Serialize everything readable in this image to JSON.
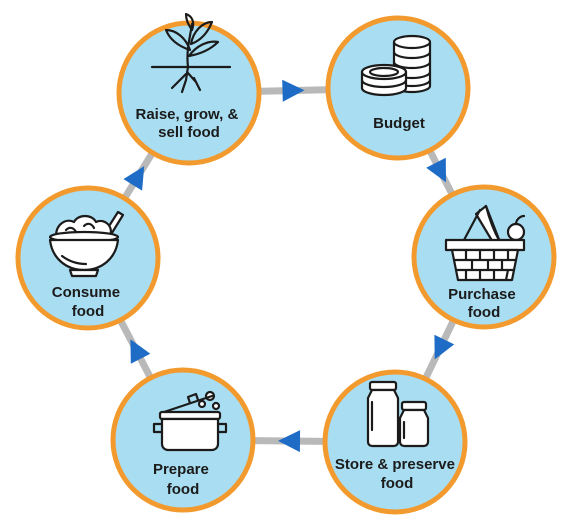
{
  "colors": {
    "node_fill": "#A9DDF1",
    "node_ring": "#F29A2E",
    "connector": "#B9B9B9",
    "arrow": "#1F6CC6",
    "icon_stroke": "#1b1b1b",
    "icon_fill": "#ffffff"
  },
  "nodes": [
    {
      "id": "raise",
      "label_lines": [
        "Raise, grow, &",
        "sell food"
      ],
      "icon": "plant-icon"
    },
    {
      "id": "budget",
      "label_lines": [
        "Budget"
      ],
      "icon": "coins-icon"
    },
    {
      "id": "purchase",
      "label_lines": [
        "Purchase",
        "food"
      ],
      "icon": "basket-icon"
    },
    {
      "id": "store",
      "label_lines": [
        "Store & preserve",
        "food"
      ],
      "icon": "jars-icon"
    },
    {
      "id": "prepare",
      "label_lines": [
        "Prepare",
        "food"
      ],
      "icon": "pot-icon"
    },
    {
      "id": "consume",
      "label_lines": [
        "Consume",
        "food"
      ],
      "icon": "bowl-icon"
    }
  ],
  "flow": [
    {
      "from": "raise",
      "to": "budget"
    },
    {
      "from": "budget",
      "to": "purchase"
    },
    {
      "from": "purchase",
      "to": "store"
    },
    {
      "from": "store",
      "to": "prepare"
    },
    {
      "from": "prepare",
      "to": "consume"
    },
    {
      "from": "consume",
      "to": "raise"
    }
  ]
}
